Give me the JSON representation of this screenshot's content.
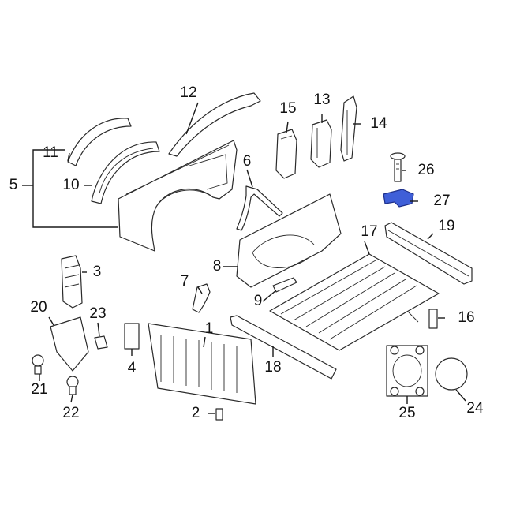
{
  "highlight_color": "#3f5fd8",
  "callouts": [
    {
      "id": "c1",
      "label": "1"
    },
    {
      "id": "c2",
      "label": "2"
    },
    {
      "id": "c3",
      "label": "3"
    },
    {
      "id": "c4",
      "label": "4"
    },
    {
      "id": "c5",
      "label": "5"
    },
    {
      "id": "c6",
      "label": "6"
    },
    {
      "id": "c7",
      "label": "7"
    },
    {
      "id": "c8",
      "label": "8"
    },
    {
      "id": "c9",
      "label": "9"
    },
    {
      "id": "c10",
      "label": "10"
    },
    {
      "id": "c11",
      "label": "11"
    },
    {
      "id": "c12",
      "label": "12"
    },
    {
      "id": "c13",
      "label": "13"
    },
    {
      "id": "c14",
      "label": "14"
    },
    {
      "id": "c15",
      "label": "15"
    },
    {
      "id": "c16",
      "label": "16"
    },
    {
      "id": "c17",
      "label": "17"
    },
    {
      "id": "c18",
      "label": "18"
    },
    {
      "id": "c19",
      "label": "19"
    },
    {
      "id": "c20",
      "label": "20"
    },
    {
      "id": "c21",
      "label": "21"
    },
    {
      "id": "c22",
      "label": "22"
    },
    {
      "id": "c23",
      "label": "23"
    },
    {
      "id": "c24",
      "label": "24"
    },
    {
      "id": "c25",
      "label": "25"
    },
    {
      "id": "c26",
      "label": "26"
    },
    {
      "id": "c27",
      "label": "27"
    }
  ]
}
